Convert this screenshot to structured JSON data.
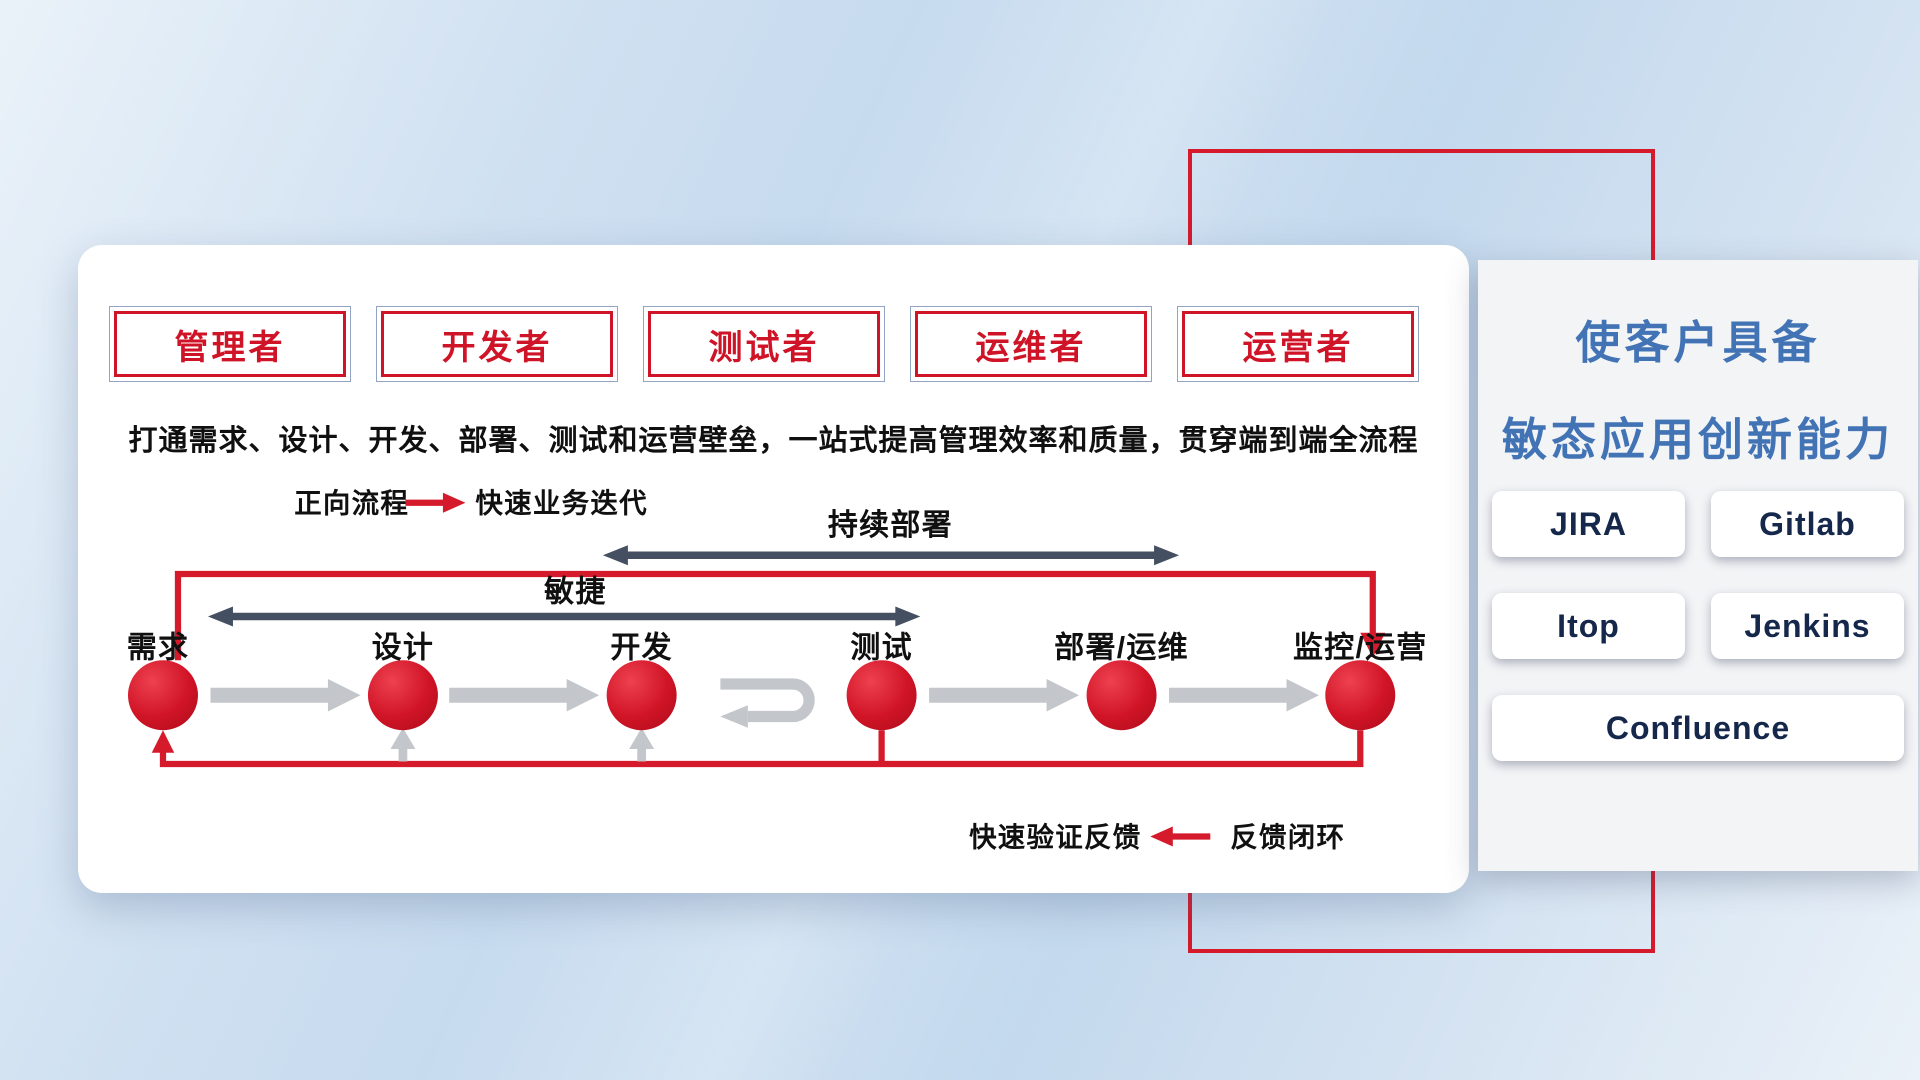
{
  "roles": [
    "管理者",
    "开发者",
    "测试者",
    "运维者",
    "运营者"
  ],
  "description": "打通需求、设计、开发、部署、测试和运营壁垒，一站式提高管理效率和质量，贯穿端到端全流程",
  "legend_forward": {
    "label": "正向流程",
    "value": "快速业务迭代"
  },
  "arrows": {
    "continuous_deploy": "持续部署",
    "agile": "敏捷"
  },
  "stages": [
    "需求",
    "设计",
    "开发",
    "测试",
    "部署/运维",
    "监控/运营"
  ],
  "legend_feedback": {
    "label": "快速验证反馈",
    "value": "反馈闭环"
  },
  "right_panel": {
    "title_line1": "使客户具备",
    "title_line2": "敏态应用创新能力",
    "tools": [
      "JIRA",
      "Gitlab",
      "Itop",
      "Jenkins",
      "Confluence"
    ]
  },
  "colors": {
    "accent_red": "#d51a2b",
    "title_blue": "#4273b5",
    "dark_arrow": "#445061",
    "gray_arrow": "#c3c6cb"
  }
}
